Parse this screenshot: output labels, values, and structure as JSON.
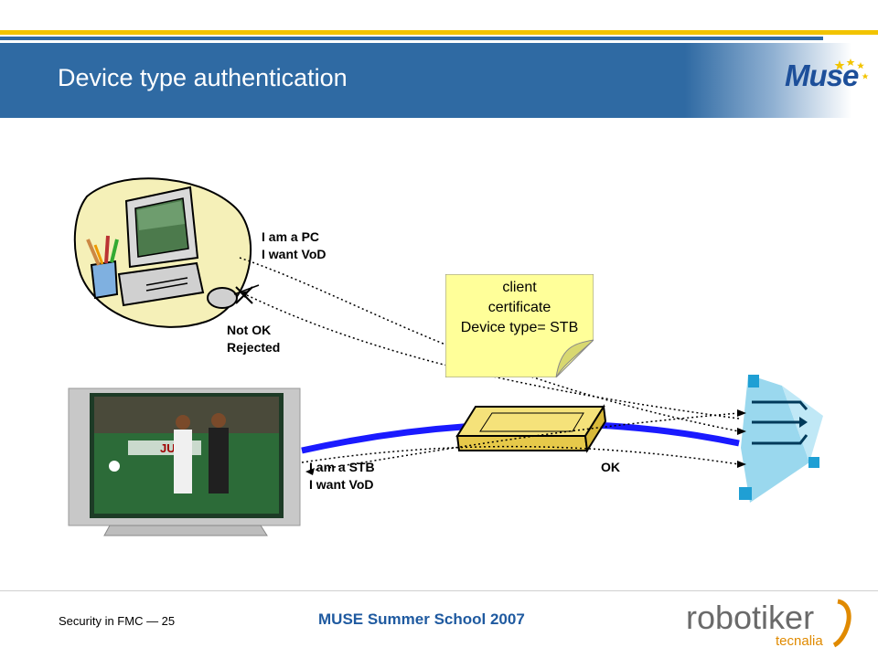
{
  "slide": {
    "title": "Device type authentication"
  },
  "diagram": {
    "pc_request_line1": "I am a PC",
    "pc_request_line2": "I want VoD",
    "pc_response_line1": "Not OK",
    "pc_response_line2": "Rejected",
    "cert_line1": "client",
    "cert_line2": "certificate",
    "cert_line3": "Device type= STB",
    "stb_request_line1": "I am a STB",
    "stb_request_line2": "I want VoD",
    "stb_response": "OK",
    "tv_overlay_text": "JULY"
  },
  "logos": {
    "muse": "Muse",
    "robotiker": "robotiker",
    "tecnalia": "tecnalia"
  },
  "footer": {
    "left": "Security in FMC — 25",
    "center": "MUSE Summer School 2007"
  },
  "colors": {
    "header_blue": "#2f6aa3",
    "footer_blue": "#1f5aa0",
    "note_yellow": "#ffff99",
    "tunnel_blue": "#1a1aff"
  }
}
